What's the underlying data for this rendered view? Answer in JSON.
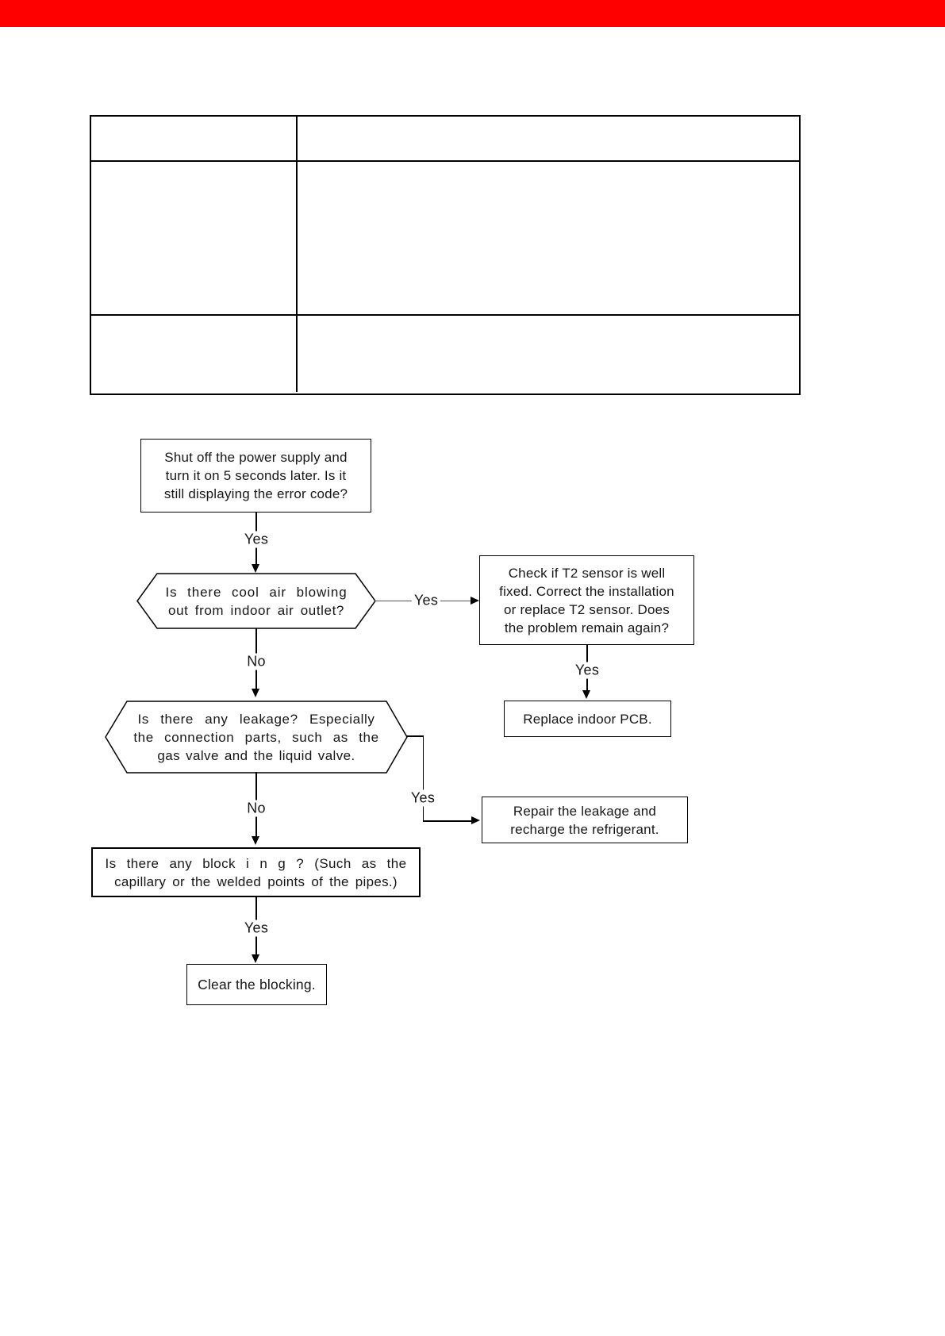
{
  "page": {
    "top_bar_color": "#fe0000",
    "background_color": "#ffffff"
  },
  "table": {
    "rows": [
      {
        "cells": [
          "",
          ""
        ]
      },
      {
        "cells": [
          "",
          ""
        ]
      },
      {
        "cells": [
          "",
          ""
        ]
      }
    ]
  },
  "flowchart": {
    "start_box": {
      "lines": [
        "Shut off the power supply and",
        "turn it on 5 seconds later. Is it",
        "still displaying the error code?"
      ]
    },
    "label_yes_start": "Yes",
    "hex_cool_air": {
      "lines": [
        "Is there cool air blowing",
        "out from indoor air outlet?"
      ]
    },
    "label_yes_cool_air": "Yes",
    "t2_box": {
      "lines": [
        "Check if T2 sensor is well",
        "fixed. Correct the installation",
        "or replace T2 sensor. Does",
        "the problem remain again?"
      ]
    },
    "label_yes_t2": "Yes",
    "pcb_box": {
      "lines": [
        "Replace indoor PCB."
      ]
    },
    "label_no_cool_air": "No",
    "hex_leakage": {
      "lines": [
        "Is there any leakage? Especially",
        "the connection parts, such as the",
        "gas valve and the liquid valve."
      ]
    },
    "label_yes_leakage": "Yes",
    "repair_box": {
      "lines": [
        "Repair the leakage and",
        "recharge the refrigerant."
      ]
    },
    "label_no_leakage": "No",
    "blocking_box": {
      "lines": [
        "Is there any block i n g ? (Such as the",
        "capillary or the welded points of the pipes.)"
      ]
    },
    "label_yes_blocking": "Yes",
    "clear_box": {
      "lines": [
        "Clear the blocking."
      ]
    }
  }
}
